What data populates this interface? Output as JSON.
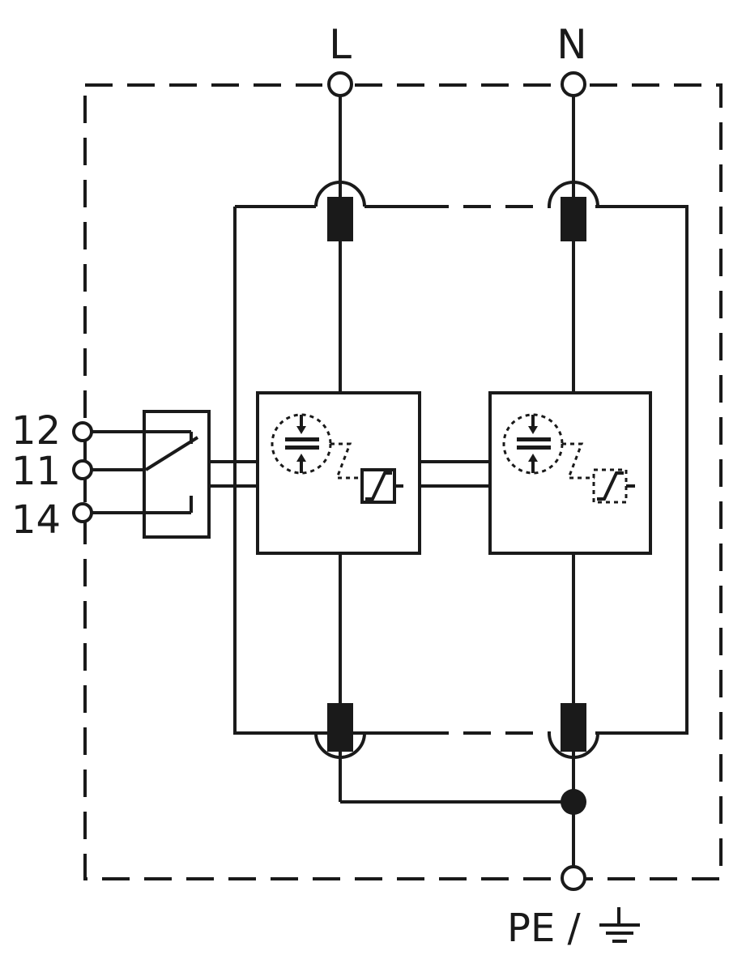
{
  "terminals": {
    "line": "L",
    "neutral": "N",
    "protective_earth": "PE /"
  },
  "remote_contact": {
    "pins": [
      "12",
      "11",
      "14"
    ]
  },
  "icons": [
    "earth-ground-icon",
    "thermal-disconnector-icon",
    "varistor-icon"
  ]
}
